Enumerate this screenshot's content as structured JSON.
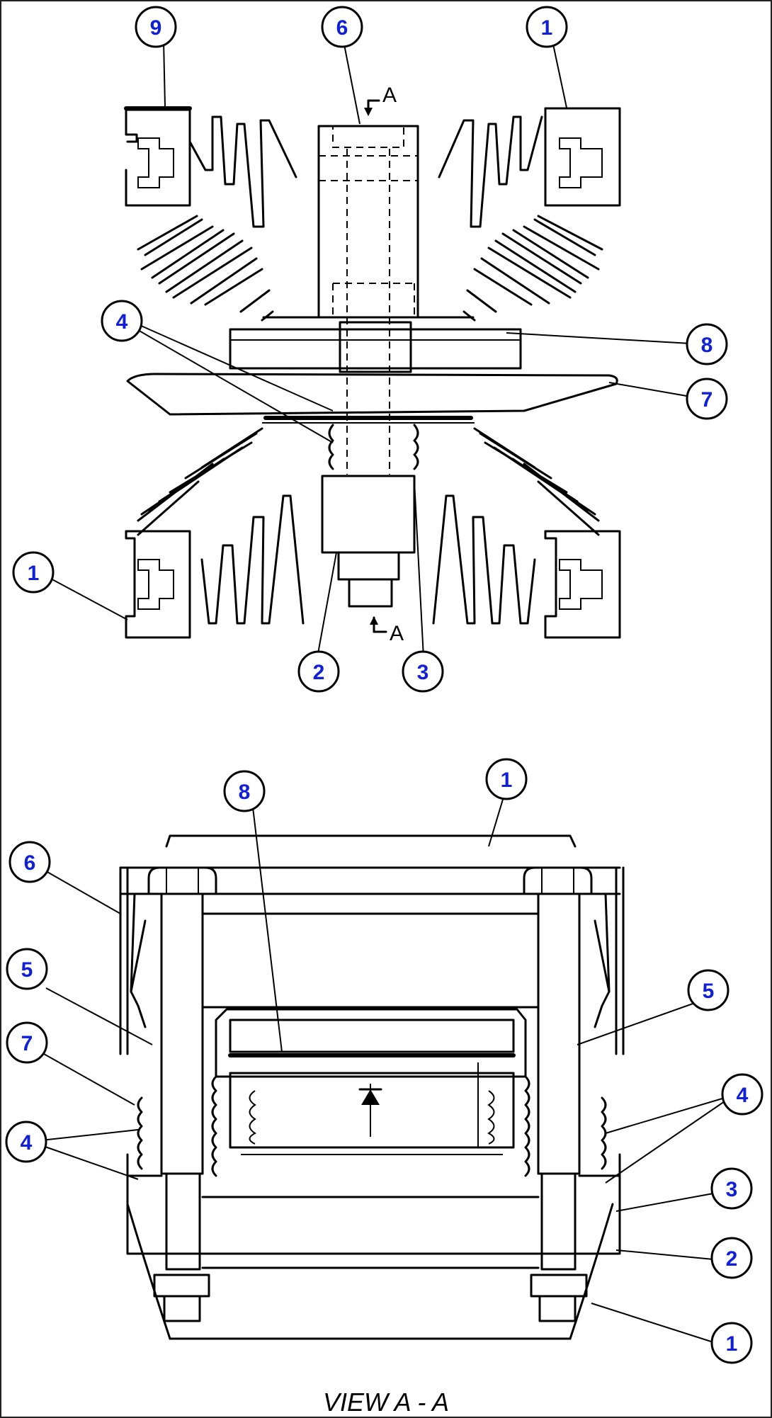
{
  "callouts_top": [
    {
      "id": "9",
      "label": "9"
    },
    {
      "id": "6",
      "label": "6"
    },
    {
      "id": "1a",
      "label": "1"
    },
    {
      "id": "4",
      "label": "4"
    },
    {
      "id": "8",
      "label": "8"
    },
    {
      "id": "7",
      "label": "7"
    },
    {
      "id": "1b",
      "label": "1"
    },
    {
      "id": "2",
      "label": "2"
    },
    {
      "id": "3",
      "label": "3"
    }
  ],
  "callouts_bottom": [
    {
      "id": "8",
      "label": "8"
    },
    {
      "id": "1a",
      "label": "1"
    },
    {
      "id": "6",
      "label": "6"
    },
    {
      "id": "5a",
      "label": "5"
    },
    {
      "id": "5b",
      "label": "5"
    },
    {
      "id": "7",
      "label": "7"
    },
    {
      "id": "4a",
      "label": "4"
    },
    {
      "id": "4b",
      "label": "4"
    },
    {
      "id": "3",
      "label": "3"
    },
    {
      "id": "2",
      "label": "2"
    },
    {
      "id": "1b",
      "label": "1"
    }
  ],
  "section_marks": {
    "top": "A",
    "bottom": "A"
  },
  "caption": "VIEW A - A",
  "colors": {
    "callout_text": "#1020d8",
    "line": "#000000",
    "background": "#ffffff"
  }
}
